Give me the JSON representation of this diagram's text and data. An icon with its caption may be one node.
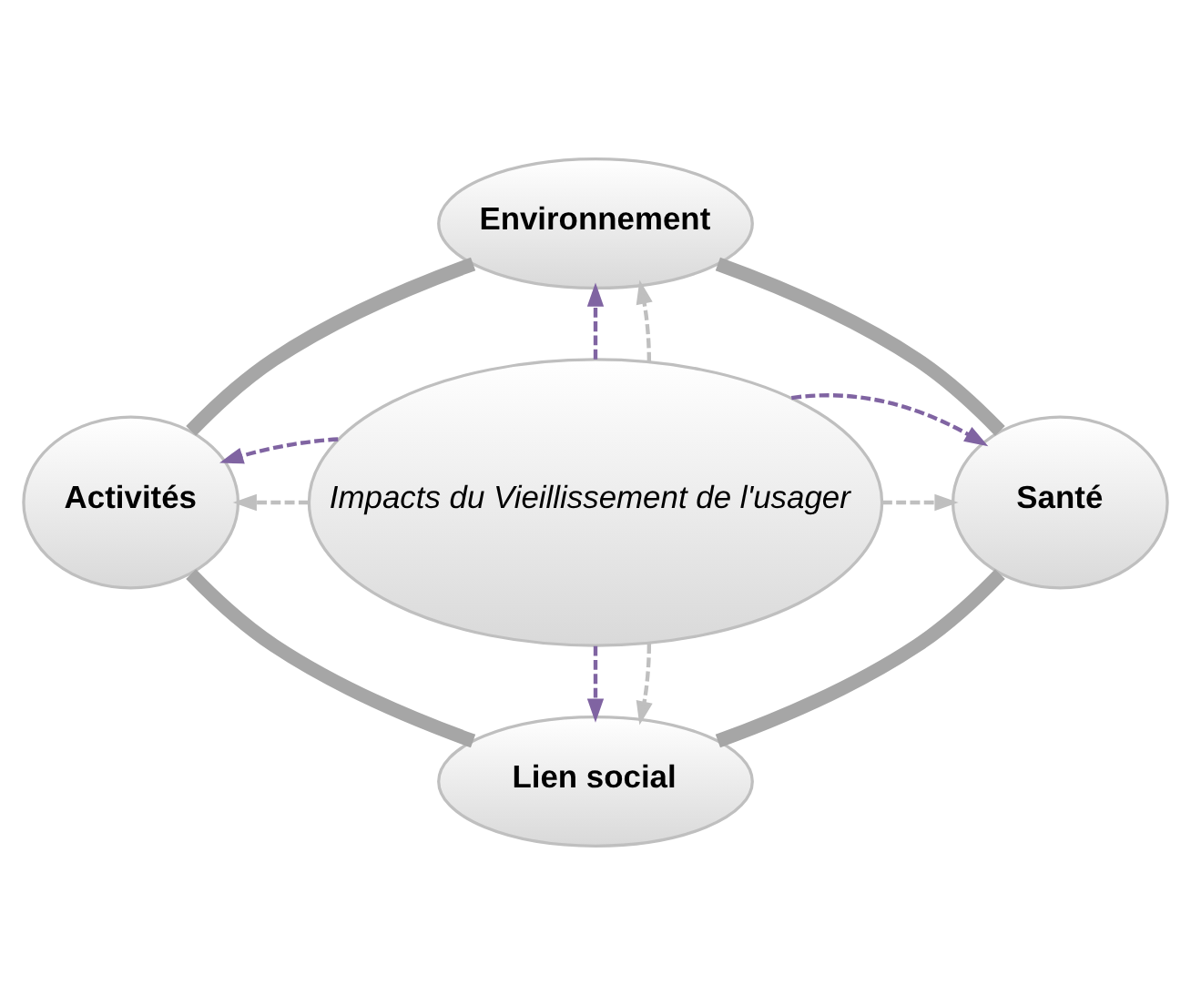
{
  "diagram": {
    "nodes": [
      {
        "text": [
          "Environnement"
        ]
      },
      {
        "text": [
          "Activités"
        ]
      },
      {
        "text": [
          "Impacts du Vieillissement de l'usager"
        ]
      },
      {
        "text": [
          "Santé"
        ]
      },
      {
        "text": [
          "Lien social"
        ]
      }
    ],
    "edges": [
      {
        "from": 2,
        "to": 0,
        "arrow": "to",
        "style": "dashed",
        "color": "#8064a2"
      },
      {
        "from": 2,
        "to": 0,
        "arrow": "to",
        "style": "dashed",
        "color": "#bfbfbf"
      },
      {
        "from": 2,
        "to": 1,
        "arrow": "to",
        "style": "dashed",
        "color": "#bfbfbf"
      },
      {
        "from": 2,
        "to": 1,
        "arrow": "to",
        "style": "dashed",
        "color": "#8064a2"
      },
      {
        "from": 2,
        "to": 3,
        "arrow": "to",
        "style": "dashed",
        "color": "#bfbfbf"
      },
      {
        "from": 2,
        "to": 3,
        "arrow": "to",
        "style": "dashed",
        "color": "#8064a2"
      },
      {
        "from": 2,
        "to": 4,
        "arrow": "to",
        "style": "dashed",
        "color": "#8064a2"
      },
      {
        "from": 2,
        "to": 4,
        "arrow": "to",
        "style": "dashed",
        "color": "#bfbfbf"
      },
      {
        "from": 0,
        "to": 3,
        "arrow": "none",
        "style": "thick",
        "color": "#a6a6a6"
      },
      {
        "from": 3,
        "to": 4,
        "arrow": "none",
        "style": "thick",
        "color": "#a6a6a6"
      },
      {
        "from": 4,
        "to": 1,
        "arrow": "none",
        "style": "thick",
        "color": "#a6a6a6"
      },
      {
        "from": 1,
        "to": 0,
        "arrow": "none",
        "style": "thick",
        "color": "#a6a6a6"
      }
    ]
  }
}
